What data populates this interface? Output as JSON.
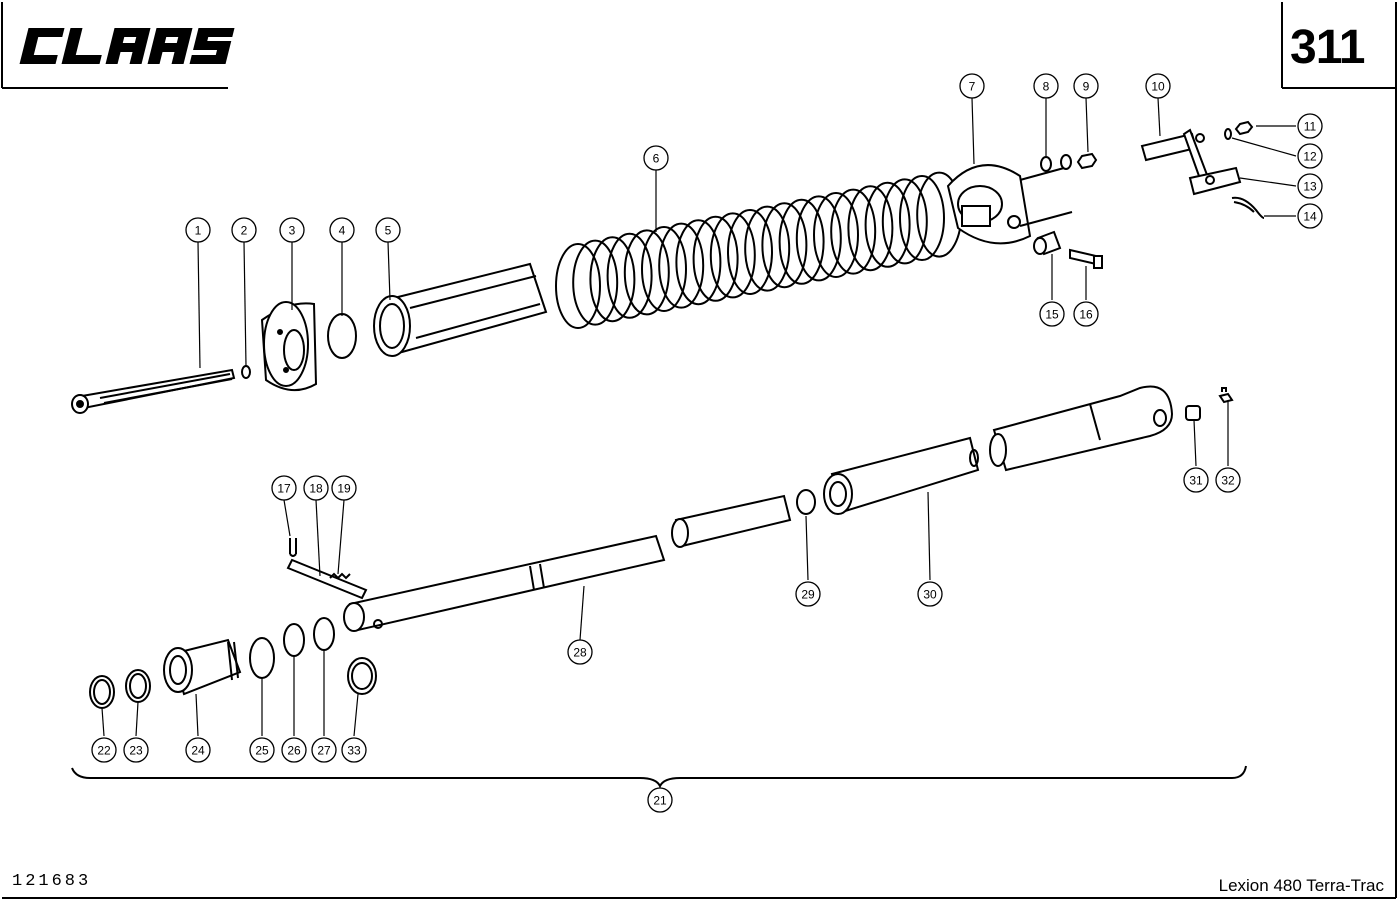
{
  "header": {
    "brand": "CLAAS",
    "page_number": "311"
  },
  "footer": {
    "drawing_code": "121683",
    "model": "Lexion 480 Terra-Trac"
  },
  "callouts": [
    "1",
    "2",
    "3",
    "4",
    "5",
    "6",
    "7",
    "8",
    "9",
    "10",
    "11",
    "12",
    "13",
    "14",
    "15",
    "16",
    "17",
    "18",
    "19",
    "21",
    "22",
    "23",
    "24",
    "25",
    "26",
    "27",
    "28",
    "29",
    "30",
    "31",
    "32",
    "33"
  ]
}
